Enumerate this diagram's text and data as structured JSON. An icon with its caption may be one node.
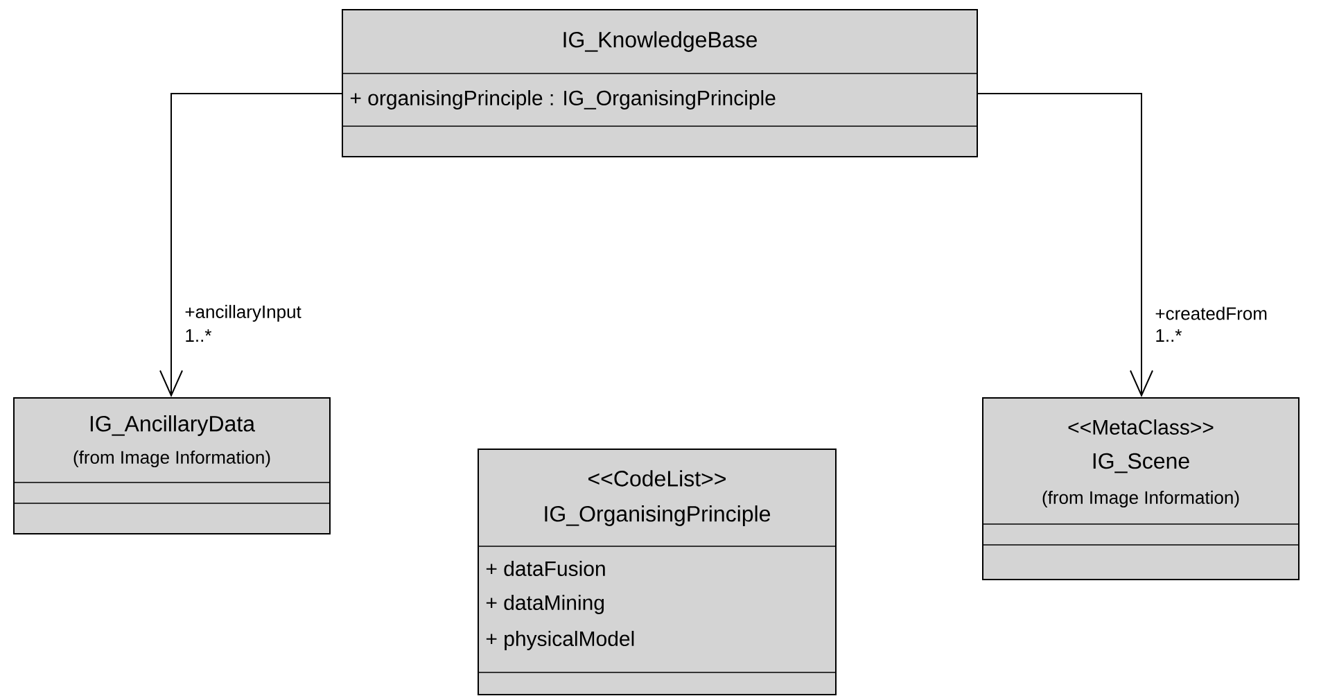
{
  "diagram": {
    "nodes": [
      {
        "text": [
          "IG_KnowledgeBase",
          "+ organisingPrinciple : IG_OrganisingPrinciple"
        ]
      },
      {
        "text": [
          "IG_AncillaryData",
          "(from Image Information)"
        ]
      },
      {
        "text": [
          "<<CodeList>>",
          "IG_OrganisingPrinciple",
          "+ dataFusion",
          "+ dataMining",
          "+ physicalModel"
        ]
      },
      {
        "text": [
          "<<MetaClass>>",
          "IG_Scene",
          "(from Image Information)"
        ]
      }
    ],
    "edges": [
      {
        "from": 0,
        "to": 1,
        "arrow": "to",
        "label": "+ancillaryInput"
      },
      {
        "from": 0,
        "to": 3,
        "arrow": "to",
        "label": "+createdFrom"
      }
    ],
    "labels": [
      "1..*",
      "1..*"
    ]
  }
}
